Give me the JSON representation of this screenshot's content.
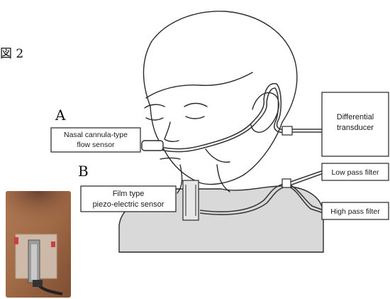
{
  "figure_label": "図 2",
  "labels": {
    "a": "A",
    "b": "B"
  },
  "boxes": {
    "nasal_sensor": [
      "Nasal cannula-type",
      "flow sensor"
    ],
    "piezo_sensor": [
      "Film type",
      "piezo-electric sensor"
    ],
    "transducer": [
      "Differential",
      "transducer"
    ],
    "low_pass": "Low pass filter",
    "high_pass": "High pass filter"
  },
  "colors": {
    "shoulder_fill": "#d9d9d9",
    "line": "#2a2a2a",
    "skin_photo": "#a06a46"
  }
}
